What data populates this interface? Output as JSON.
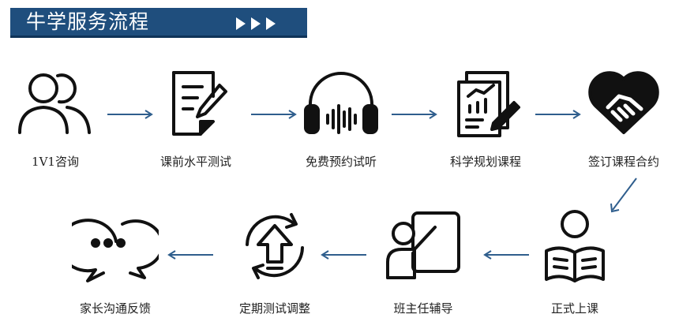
{
  "header": {
    "title": "牛学服务流程"
  },
  "colors": {
    "header_bg": "#1f4e7d",
    "arrow": "#2f5e8d",
    "icon": "#111111"
  },
  "steps": [
    {
      "label": "1V1咨询",
      "icon": "people-icon"
    },
    {
      "label": "课前水平测试",
      "icon": "test-paper-icon"
    },
    {
      "label": "免费预约试听",
      "icon": "headphones-icon"
    },
    {
      "label": "科学规划课程",
      "icon": "planning-doc-icon"
    },
    {
      "label": "签订课程合约",
      "icon": "handshake-icon"
    },
    {
      "label": "正式上课",
      "icon": "reading-person-icon"
    },
    {
      "label": "班主任辅导",
      "icon": "teacher-board-icon"
    },
    {
      "label": "定期测试调整",
      "icon": "cycle-upload-icon"
    },
    {
      "label": "家长沟通反馈",
      "icon": "chat-bubbles-icon"
    }
  ]
}
